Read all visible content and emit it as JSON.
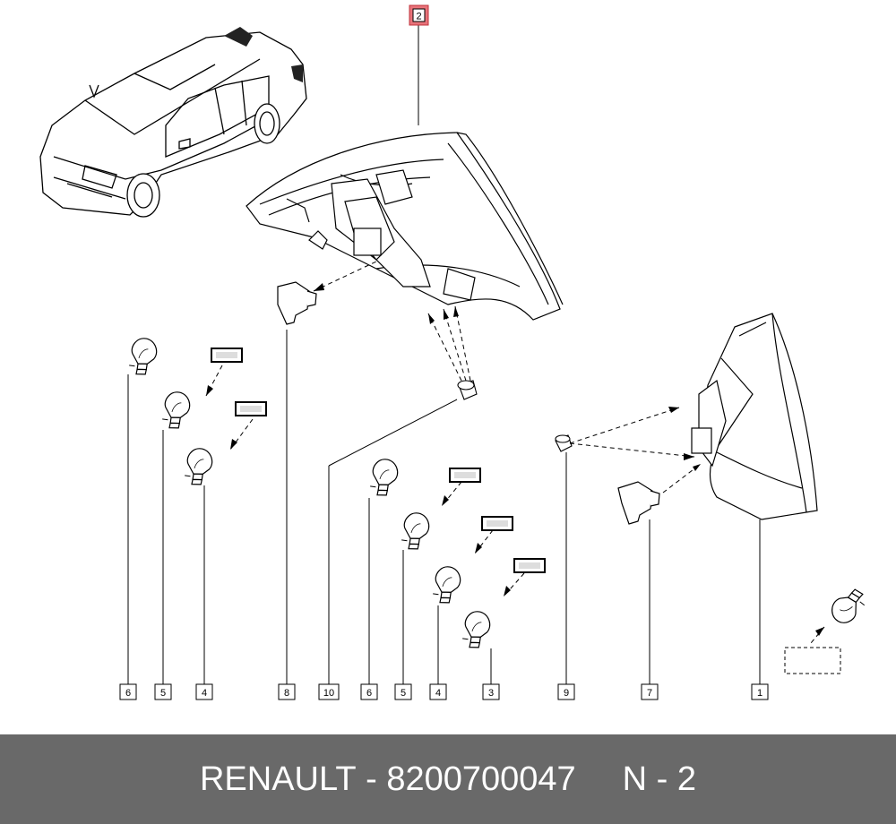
{
  "footer": {
    "brand": "RENAULT",
    "separator": " - ",
    "part_number": "8200700047",
    "ref_prefix": "N - ",
    "ref_number": "2"
  },
  "callouts": {
    "c2": "2",
    "c6a": "6",
    "c5a": "5",
    "c4a": "4",
    "c8": "8",
    "c10": "10",
    "c6b": "6",
    "c5b": "5",
    "c4b": "4",
    "c3": "3",
    "c9": "9",
    "c7": "7",
    "c1": "1"
  },
  "colors": {
    "highlight": "#e8737a",
    "footer_bg": "#696969",
    "footer_text": "#ffffff"
  },
  "icons": [
    "car-icon",
    "tail-lamp-icon",
    "bulb-icon",
    "bulb-holder-icon",
    "clip-icon"
  ]
}
